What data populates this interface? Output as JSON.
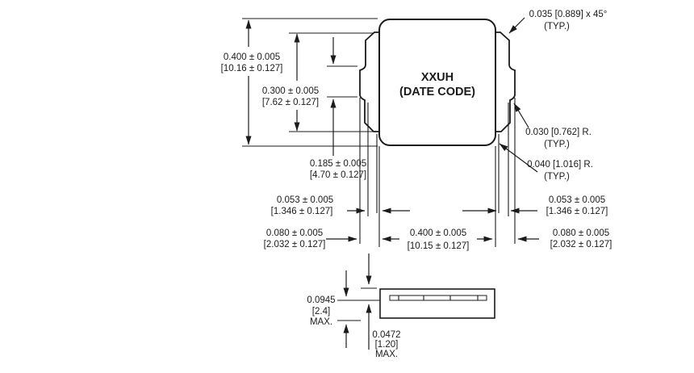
{
  "figure": {
    "marking_line1": "XXUH",
    "marking_line2": "(DATE CODE)"
  },
  "dims": {
    "body_height": {
      "l1": "0.400 ± 0.005",
      "l2": "[10.16 ± 0.127]"
    },
    "terminal_height": {
      "l1": "0.300 ± 0.005",
      "l2": "[7.62 ± 0.127]"
    },
    "terminal_mid_height": {
      "l1": "0.185 ± 0.005",
      "l2": "[4.70 ± 0.127]"
    },
    "terminal_width_left": {
      "l1": "0.053 ± 0.005",
      "l2": "[1.346 ± 0.127]"
    },
    "terminal_width_right": {
      "l1": "0.053 ± 0.005",
      "l2": "[1.346 ± 0.127]"
    },
    "foot_width_left": {
      "l1": "0.080 ± 0.005",
      "l2": "[2.032 ± 0.127]"
    },
    "foot_width_right": {
      "l1": "0.080 ± 0.005",
      "l2": "[2.032 ± 0.127]"
    },
    "body_width": {
      "l1": "0.400 ± 0.005",
      "l2": "[10.15 ± 0.127]"
    },
    "chamfer": {
      "l1": "0.035 [0.889] x 45°",
      "l2": "(TYP.)"
    },
    "notch_radius": {
      "l1": "0.030 [0.762] R.",
      "l2": "(TYP.)"
    },
    "corner_radius": {
      "l1": "0.040 [1.016] R.",
      "l2": "(TYP.)"
    },
    "profile_height": {
      "l1": "0.0945",
      "l2": "[2.4]",
      "l3": "MAX."
    },
    "element_height": {
      "l1": "0.0472",
      "l2": "[1.20]",
      "l3": "MAX."
    }
  },
  "colors": {
    "ink": "#1b1b1b",
    "background": "#ffffff"
  }
}
